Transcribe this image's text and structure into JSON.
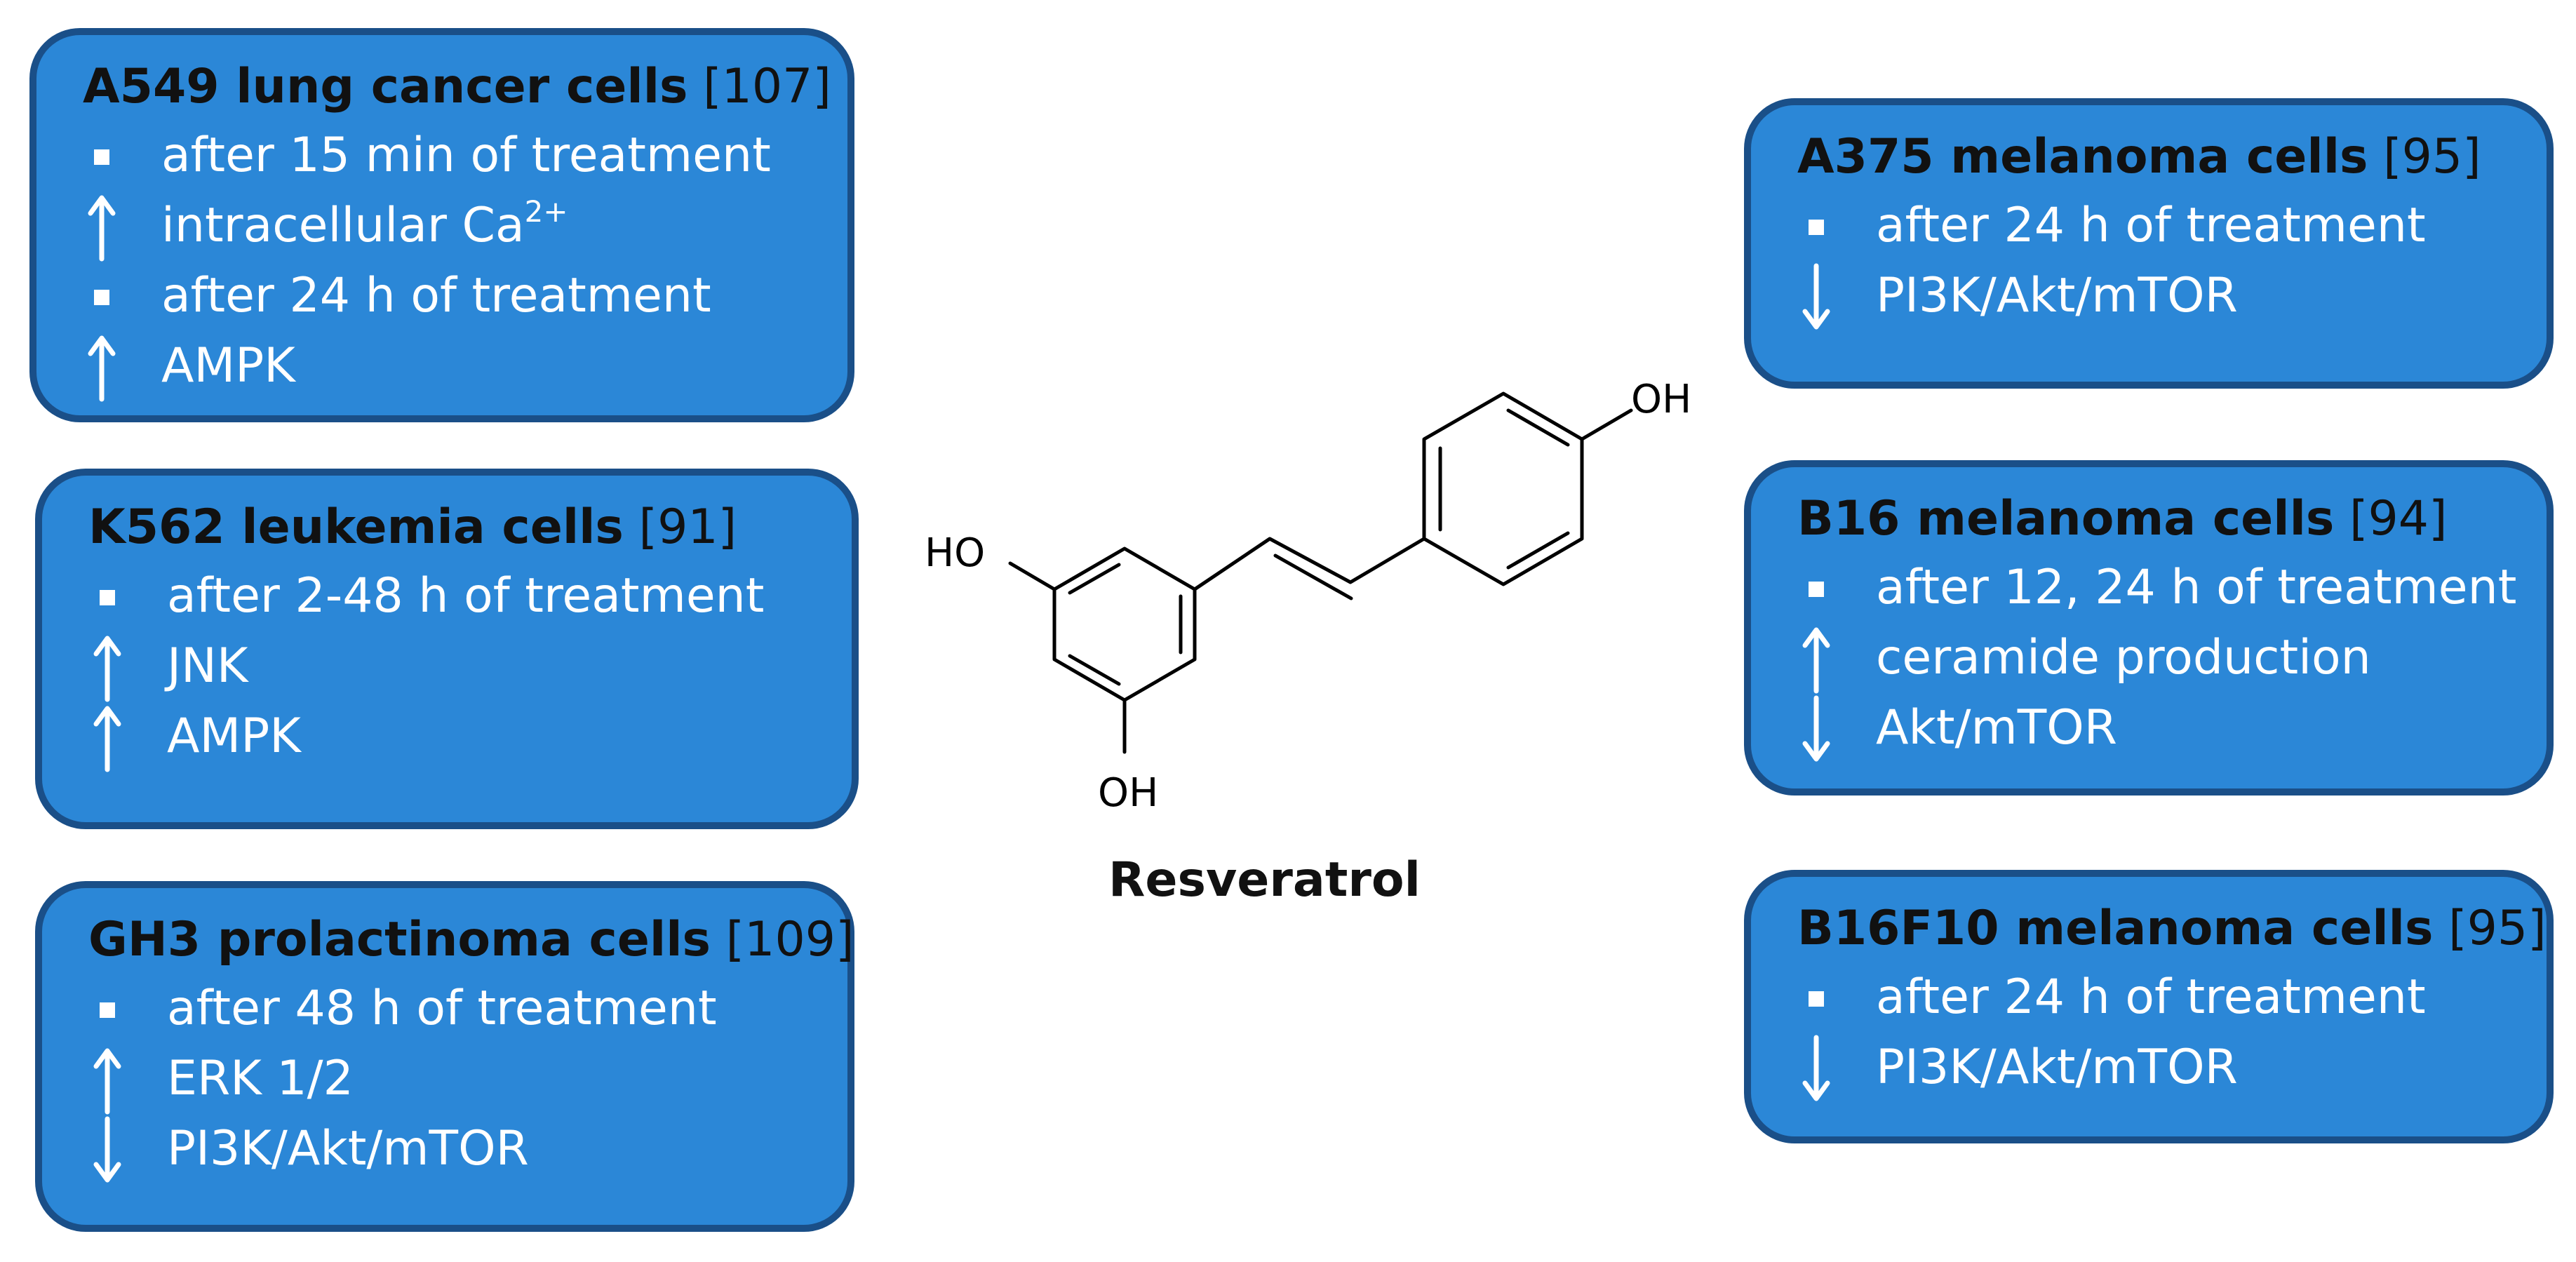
{
  "boxes": [
    {
      "bold": "A549 lung cancer cells",
      "ref": "[107]",
      "rows": [
        {
          "sym": "bullet",
          "text": "after 15 min of treatment"
        },
        {
          "sym": "up",
          "text": "intracellular Ca",
          "sup": "2+"
        },
        {
          "sym": "bullet",
          "text": "after 24 h of treatment"
        },
        {
          "sym": "up",
          "text": "AMPK"
        }
      ]
    },
    {
      "bold": "K562 leukemia cells",
      "ref": "[91]",
      "rows": [
        {
          "sym": "bullet",
          "text": "after 2-48 h of treatment"
        },
        {
          "sym": "up",
          "text": "JNK"
        },
        {
          "sym": "up",
          "text": "AMPK"
        }
      ]
    },
    {
      "bold": "GH3 prolactinoma cells",
      "ref": "[109]",
      "rows": [
        {
          "sym": "bullet",
          "text": "after 48 h of treatment"
        },
        {
          "sym": "up",
          "text": "ERK 1/2"
        },
        {
          "sym": "down",
          "text": "PI3K/Akt/mTOR"
        }
      ]
    },
    {
      "bold": "A375 melanoma cells",
      "ref": "[95]",
      "rows": [
        {
          "sym": "bullet",
          "text": "after 24 h of treatment"
        },
        {
          "sym": "down",
          "text": "PI3K/Akt/mTOR"
        }
      ]
    },
    {
      "bold": "B16 melanoma cells",
      "ref": "[94]",
      "rows": [
        {
          "sym": "bullet",
          "text": "after 12, 24 h of treatment"
        },
        {
          "sym": "up",
          "text": "ceramide production"
        },
        {
          "sym": "down",
          "text": "Akt/mTOR"
        }
      ]
    },
    {
      "bold": "B16F10 melanoma cells",
      "ref": "[95]",
      "rows": [
        {
          "sym": "bullet",
          "text": "after 24 h of treatment"
        },
        {
          "sym": "down",
          "text": "PI3K/Akt/mTOR"
        }
      ]
    }
  ],
  "molecule": {
    "name": "Resveratrol",
    "atoms": {
      "oh_top": "OH",
      "oh_left": "HO",
      "oh_bottom": "OH"
    }
  },
  "colors": {
    "box_fill": "#2b87d7",
    "box_border": "#1a4f88",
    "text": "#ffffff",
    "title": "#111111"
  }
}
